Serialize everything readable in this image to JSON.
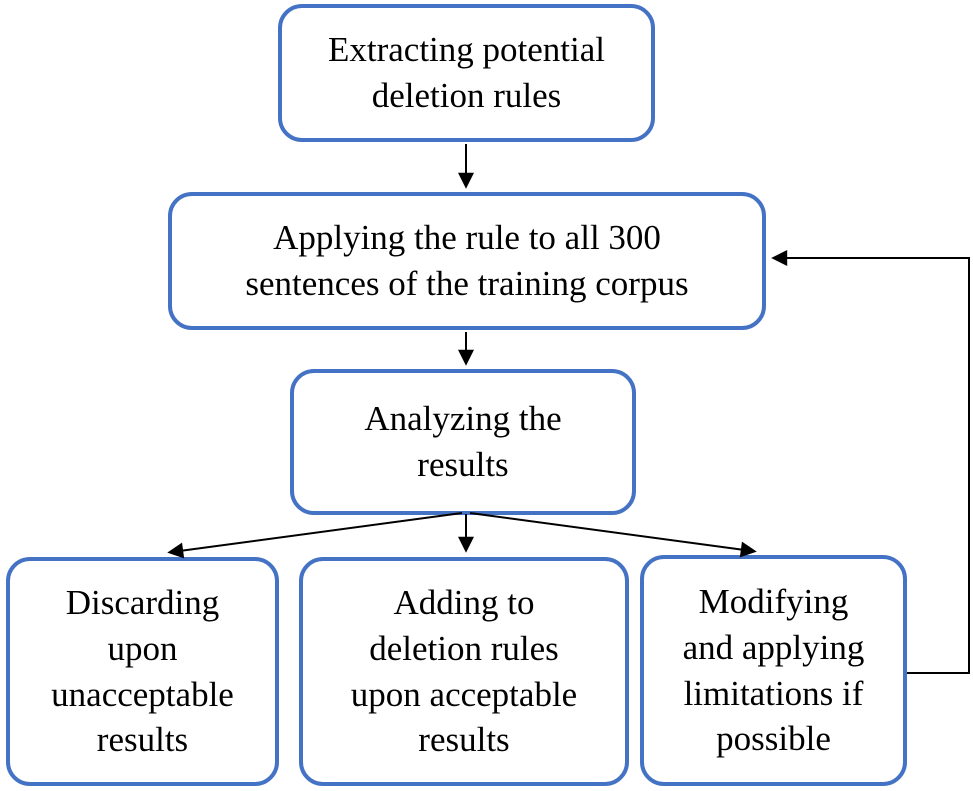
{
  "diagram": {
    "type": "flowchart",
    "colors": {
      "node_border": "#4472C4",
      "node_fill": "#FFFFFF",
      "text": "#000000",
      "arrow": "#000000",
      "background": "#FFFFFF"
    },
    "nodes": {
      "extract": {
        "label": "Extracting potential\ndeletion rules"
      },
      "apply": {
        "label": "Applying the rule to all 300\nsentences of the training corpus"
      },
      "analyze": {
        "label": "Analyzing the\nresults"
      },
      "discard": {
        "label": "Discarding\nupon\nunacceptable\nresults"
      },
      "add": {
        "label": "Adding to\ndeletion rules\nupon acceptable\nresults"
      },
      "modify": {
        "label": "Modifying\nand applying\nlimitations if\npossible"
      }
    },
    "edges": [
      {
        "from": "extract",
        "to": "apply",
        "style": "straight-down"
      },
      {
        "from": "apply",
        "to": "analyze",
        "style": "straight-down"
      },
      {
        "from": "analyze",
        "to": "discard",
        "style": "diagonal-left"
      },
      {
        "from": "analyze",
        "to": "add",
        "style": "straight-down"
      },
      {
        "from": "analyze",
        "to": "modify",
        "style": "diagonal-right"
      },
      {
        "from": "modify",
        "to": "apply",
        "style": "feedback-loop-right"
      }
    ]
  }
}
